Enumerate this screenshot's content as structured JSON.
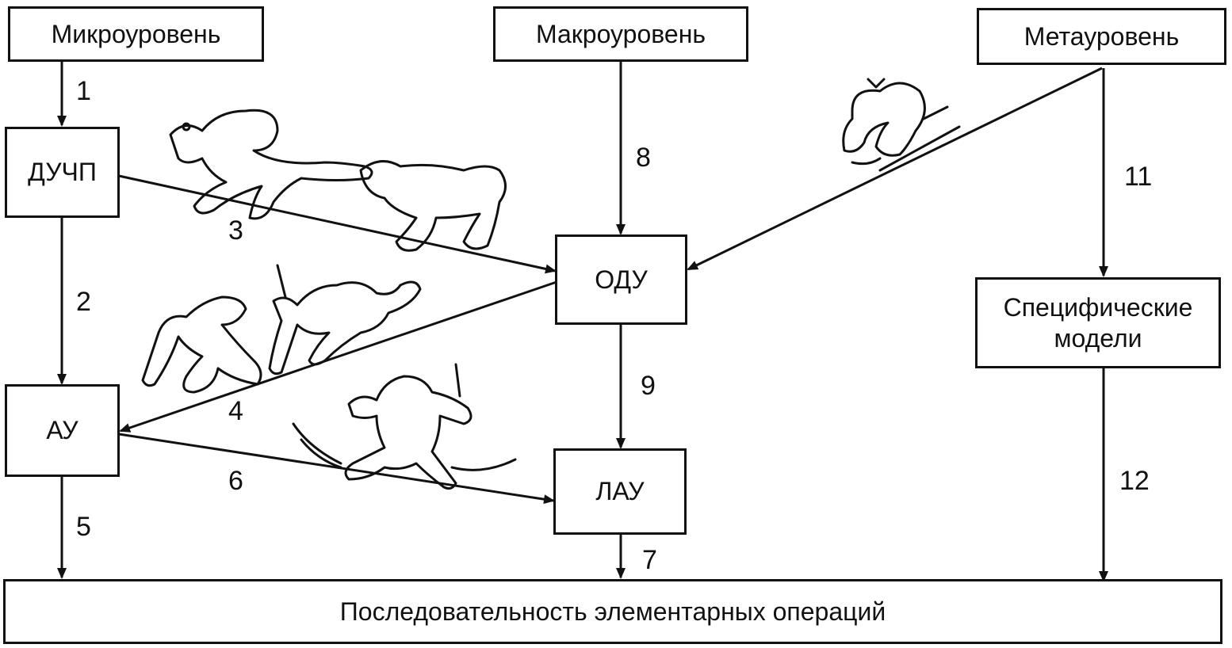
{
  "boxes": {
    "micro": "Микроуровень",
    "macro": "Макроуровень",
    "meta": "Метауровень",
    "duchp": "ДУЧП",
    "au": "АУ",
    "odu": "ОДУ",
    "lau": "ЛАУ",
    "specific": "Специфические модели",
    "sequence": "Последовательность элементарных операций"
  },
  "arrows": [
    "1",
    "2",
    "3",
    "4",
    "5",
    "6",
    "7",
    "8",
    "9",
    "11",
    "12"
  ]
}
